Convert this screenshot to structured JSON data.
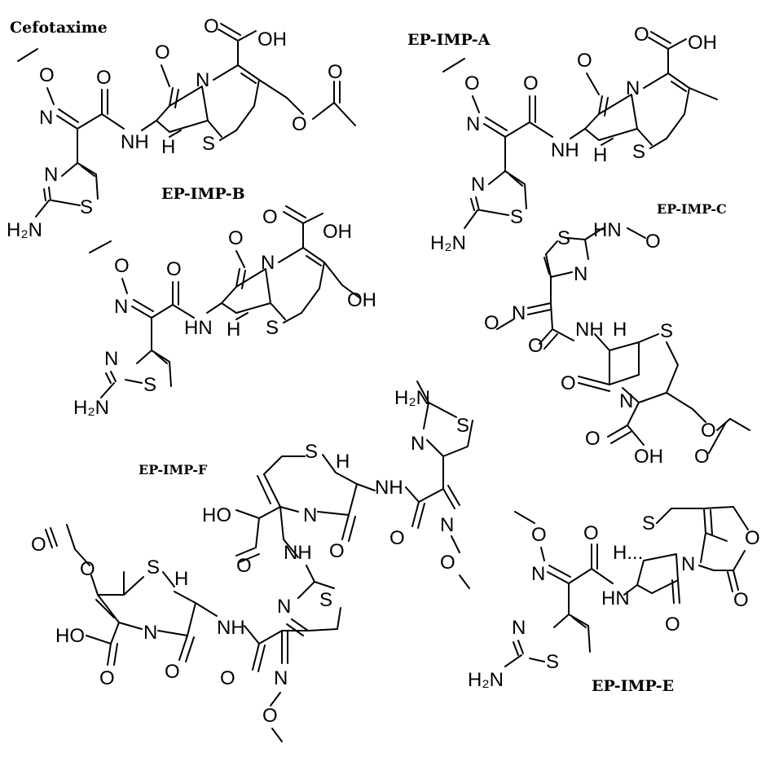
{
  "compounds": [
    {
      "title": "Cefotaxime"
    },
    {
      "title": "EP-IMP-A"
    },
    {
      "title": "EP-IMP-B"
    },
    {
      "title": "EP-IMP-C"
    },
    {
      "title": "EP-IMP-F"
    },
    {
      "title": "EP-IMP-E"
    }
  ]
}
